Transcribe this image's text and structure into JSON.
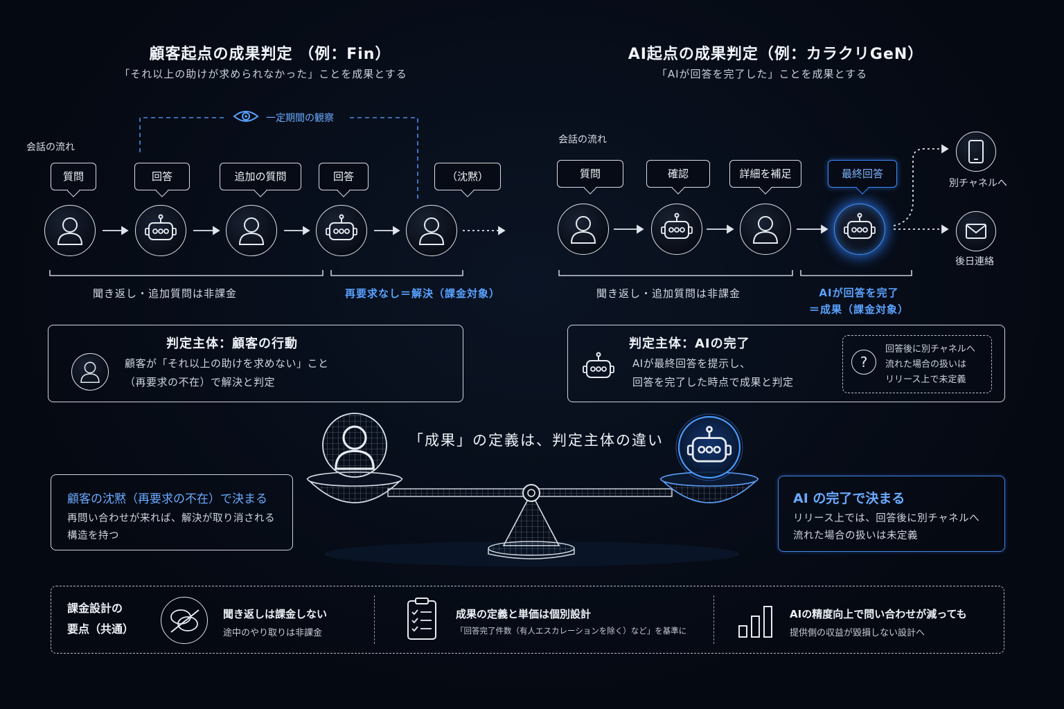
{
  "left": {
    "title": "顧客起点の成果判定 （例：Fin）",
    "subtitle": "「それ以上の助けが求められなかった」ことを成果とする",
    "flow_label": "会話の流れ",
    "observation_label": "一定期間の観察",
    "bubbles": [
      "質問",
      "回答",
      "追加の質問",
      "回答",
      "（沈黙）"
    ],
    "bracket_1": "聞き返し・追加質問は非課金",
    "bracket_2": "再要求なし＝解決（課金対象）",
    "card_title": "判定主体：顧客の行動",
    "card_line1": "顧客が「それ以上の助けを求めない」こと",
    "card_line2": "（再要求の不在）で解決と判定"
  },
  "right": {
    "title": "AI起点の成果判定（例：カラクリGeN）",
    "subtitle": "「AIが回答を完了した」ことを成果とする",
    "flow_label": "会話の流れ",
    "bubbles": [
      "質問",
      "確認",
      "詳細を補足",
      "最終回答"
    ],
    "channel_label": "別チャネルへ",
    "later_label": "後日連絡",
    "bracket_1": "聞き返し・追加質問は非課金",
    "bracket_2_line1": "AIが回答を完了",
    "bracket_2_line2": "＝成果（課金対象）",
    "card_title": "判定主体：AIの完了",
    "card_line1": "AIが最終回答を提示し、",
    "card_line2": "回答を完了した時点で成果と判定",
    "note_line1": "回答後に別チャネルへ",
    "note_line2": "流れた場合の扱いは",
    "note_line3": "リリース上で未定義"
  },
  "center": {
    "heading": "「成果」の定義は、判定主体の違い",
    "left_box_title": "顧客の沈黙（再要求の不在）で決まる",
    "left_box_line1": "再問い合わせが来れば、解決が取り消される",
    "left_box_line2": "構造を持つ",
    "right_box_title": "AI の完了で決まる",
    "right_box_line1": "リリース上では、回答後に別チャネルへ",
    "right_box_line2": "流れた場合の扱いは未定義"
  },
  "bottom": {
    "label_line1": "課金設計の",
    "label_line2": "要点（共通）",
    "item1_title": "聞き返しは課金しない",
    "item1_sub": "途中のやり取りは非課金",
    "item2_title": "成果の定義と単価は個別設計",
    "item2_sub": "「回答完了件数（有人エスカレーションを除く）など」を基準に",
    "item3_title": "AIの精度向上で問い合わせが減っても",
    "item3_sub": "提供側の収益が毀損しない設計へ"
  },
  "colors": {
    "accent": "#3d8bff",
    "line": "#d8dde6",
    "background": "#050912"
  }
}
